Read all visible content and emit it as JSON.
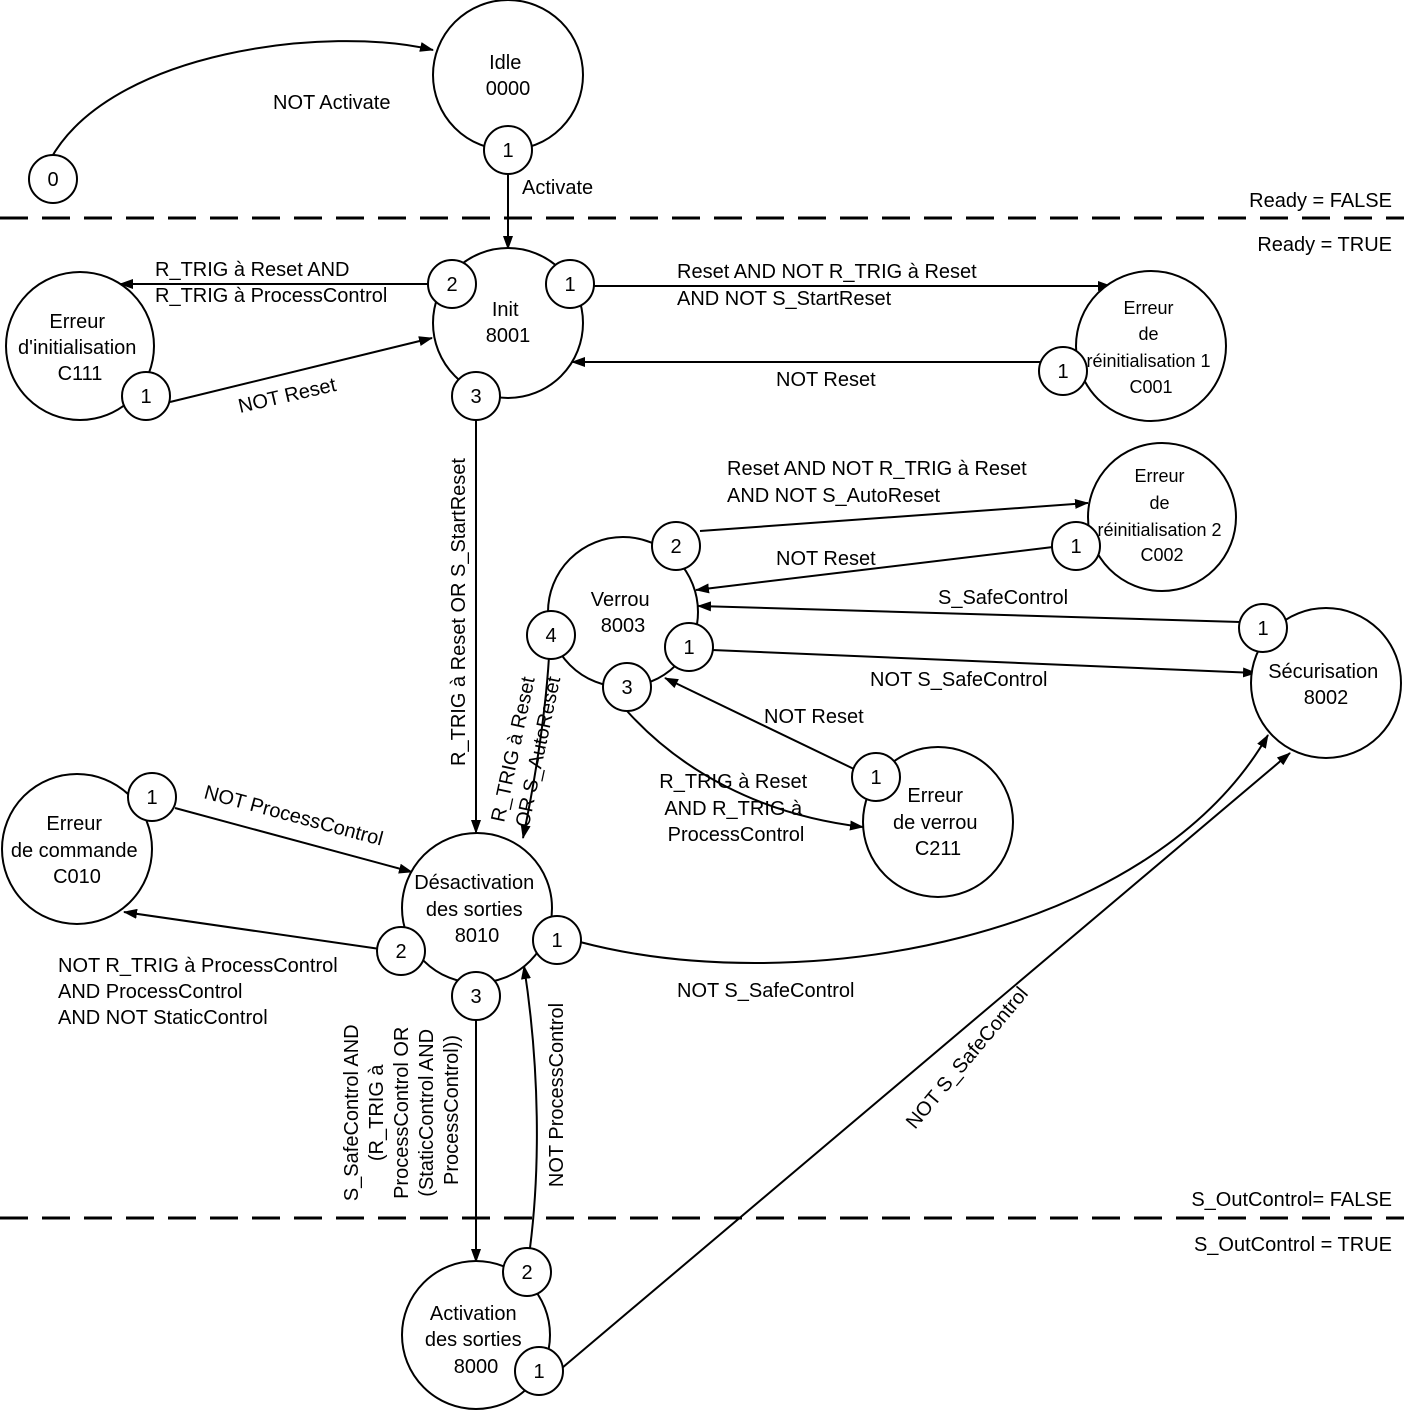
{
  "zones": {
    "ready_false": "Ready = FALSE",
    "ready_true": "Ready = TRUE",
    "out_false": "S_OutControl= FALSE",
    "out_true": "S_OutControl = TRUE"
  },
  "states": {
    "idle": [
      "Idle",
      "0000"
    ],
    "init": [
      "Init",
      "8001"
    ],
    "err_init": [
      "Erreur",
      "d'initialisation",
      "C111"
    ],
    "err_reinit1": [
      "Erreur",
      "de",
      "réinitialisation 1",
      "C001"
    ],
    "err_reinit2": [
      "Erreur",
      "de",
      "réinitialisation 2",
      "C002"
    ],
    "verrou": [
      "Verrou",
      "8003"
    ],
    "securisation": [
      "Sécurisation",
      "8002"
    ],
    "err_verrou": [
      "Erreur",
      "de verrou",
      "C211"
    ],
    "err_cmd": [
      "Erreur",
      "de commande",
      "C010"
    ],
    "desact": [
      "Désactivation",
      "des sorties",
      "8010"
    ],
    "act": [
      "Activation",
      "des sorties",
      "8000"
    ]
  },
  "ports": {
    "start": "0",
    "idle_1": "1",
    "init_1": "1",
    "init_2": "2",
    "init_3": "3",
    "err_init_1": "1",
    "err_reinit1_1": "1",
    "err_reinit2_1": "1",
    "verrou_1": "1",
    "verrou_2": "2",
    "verrou_3": "3",
    "verrou_4": "4",
    "secur_1": "1",
    "err_verrou_1": "1",
    "err_cmd_1": "1",
    "desact_1": "1",
    "desact_2": "2",
    "desact_3": "3",
    "act_1": "1",
    "act_2": "2"
  },
  "transitions": {
    "not_activate": [
      "NOT Activate"
    ],
    "activate": [
      "Activate"
    ],
    "init_to_errinit": [
      "R_TRIG à Reset AND",
      "R_TRIG à ProcessControl"
    ],
    "errinit_to_init": [
      "NOT Reset"
    ],
    "init_to_reinit1": [
      "Reset AND NOT R_TRIG à Reset",
      "AND NOT S_StartReset"
    ],
    "reinit1_to_init": [
      "NOT Reset"
    ],
    "init_to_desact": [
      "R_TRIG à Reset OR S_StartReset"
    ],
    "verrou_to_reinit2": [
      "Reset AND NOT R_TRIG à Reset",
      "AND NOT S_AutoReset"
    ],
    "reinit2_to_verrou": [
      "NOT Reset"
    ],
    "secur_to_verrou": [
      "S_SafeControl"
    ],
    "verrou_to_secur": [
      "NOT S_SafeControl"
    ],
    "errverrou_to_verrou": [
      "NOT Reset"
    ],
    "verrou_to_errverrou": [
      "R_TRIG à Reset",
      "AND R_TRIG à",
      "ProcessControl"
    ],
    "verrou_to_desact": [
      "R_TRIG à Reset",
      "OR S_AutoReset"
    ],
    "errcmd_to_desact": [
      "NOT ProcessControl"
    ],
    "desact_to_errcmd": [
      "NOT R_TRIG à ProcessControl",
      "AND ProcessControl",
      "AND NOT StaticControl"
    ],
    "desact_to_secur": [
      "NOT S_SafeControl"
    ],
    "desact_to_act": [
      "S_SafeControl AND",
      "(R_TRIG à",
      "ProcessControl OR",
      "(StaticControl AND",
      "ProcessControl))"
    ],
    "act_to_desact": [
      "NOT ProcessControl"
    ],
    "act_to_secur": [
      "NOT S_SafeControl"
    ]
  }
}
